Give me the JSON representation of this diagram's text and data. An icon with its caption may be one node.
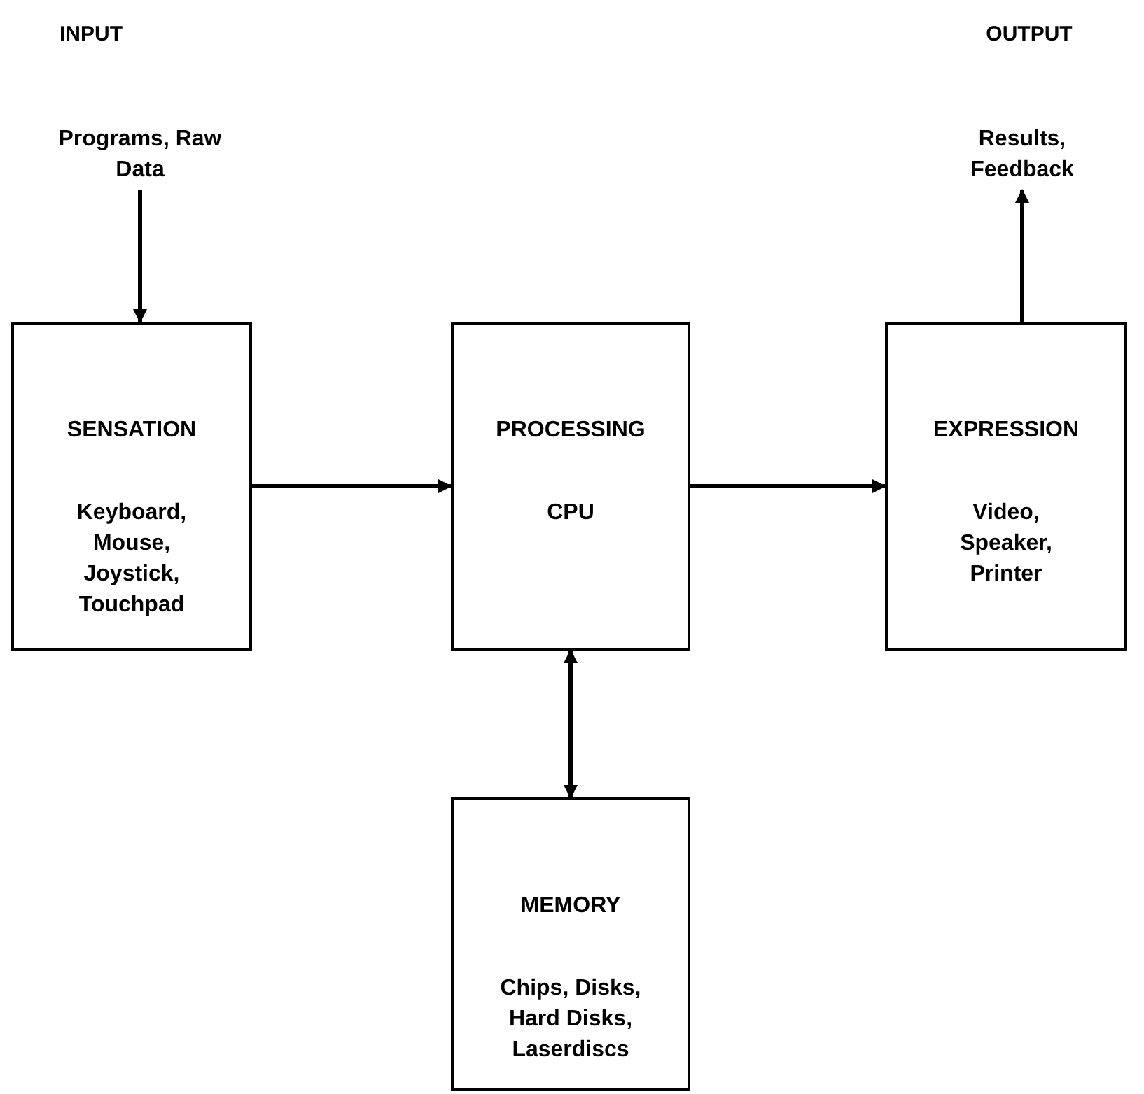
{
  "diagram": {
    "nodes": [
      {
        "text": [
          "Programs, Raw Data"
        ]
      },
      {
        "text": [
          "SENSATION",
          "Keyboard, Mouse, Joystick, Touchpad"
        ]
      },
      {
        "text": [
          "PROCESSING",
          "CPU"
        ]
      },
      {
        "text": [
          "EXPRESSION",
          "Video, Speaker, Printer"
        ]
      },
      {
        "text": [
          "Results, Feedback"
        ]
      },
      {
        "text": [
          "MEMORY",
          "Chips, Disks, Hard Disks, Laserdiscs"
        ]
      }
    ],
    "edges": [
      {
        "from": 0,
        "to": 1,
        "arrow": "to"
      },
      {
        "from": 1,
        "to": 2,
        "arrow": "to"
      },
      {
        "from": 2,
        "to": 3,
        "arrow": "to"
      },
      {
        "from": 3,
        "to": 4,
        "arrow": "to"
      },
      {
        "from": 2,
        "to": 5,
        "arrow": "both"
      }
    ],
    "labels": [
      "INPUT",
      "OUTPUT"
    ]
  }
}
